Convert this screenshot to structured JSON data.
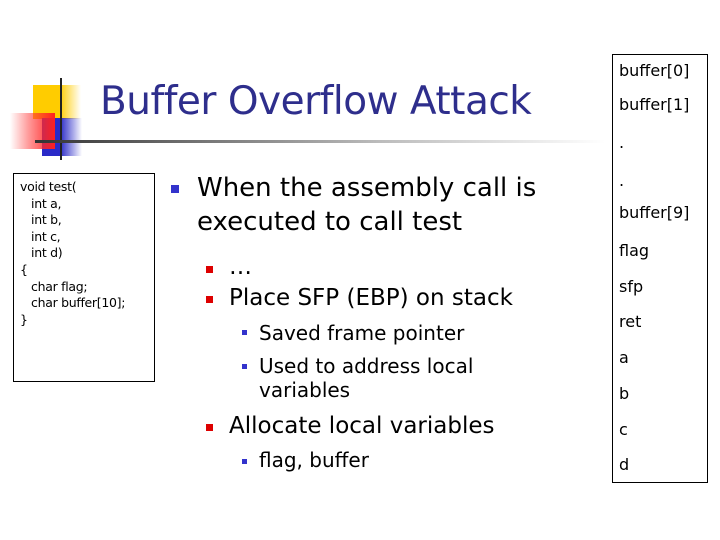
{
  "slide": {
    "title": "Buffer Overflow Attack",
    "colors": {
      "title": "#2e2e8c",
      "bullet_level1": "#3333cc",
      "bullet_level2": "#dd0000",
      "bullet_level3": "#3333cc",
      "logo_yellow": "#ffcc00",
      "logo_red": "#ff2020",
      "logo_blue": "#2a2ac8"
    }
  },
  "code": {
    "lines": [
      "void test(",
      "   int a,",
      "   int b,",
      "   int c,",
      "   int d)",
      "{",
      "   char flag;",
      "   char buffer[10];",
      "}"
    ]
  },
  "bullets": {
    "main": {
      "line1": "When the assembly call is",
      "line2": "executed to call test"
    },
    "sub": [
      {
        "label": "…"
      },
      {
        "label": "Place SFP (EBP) on stack",
        "children": [
          {
            "label": "Saved frame pointer"
          },
          {
            "line1": "Used to address local",
            "line2": "variables"
          }
        ]
      },
      {
        "label": "Allocate local variables",
        "children": [
          {
            "label": "flag, buffer"
          }
        ]
      }
    ]
  },
  "stack": {
    "cells": [
      "buffer[0]",
      "buffer[1]",
      ".",
      ".",
      "buffer[9]",
      "flag",
      "sfp",
      "ret",
      "a",
      "b",
      "c",
      "d"
    ]
  }
}
